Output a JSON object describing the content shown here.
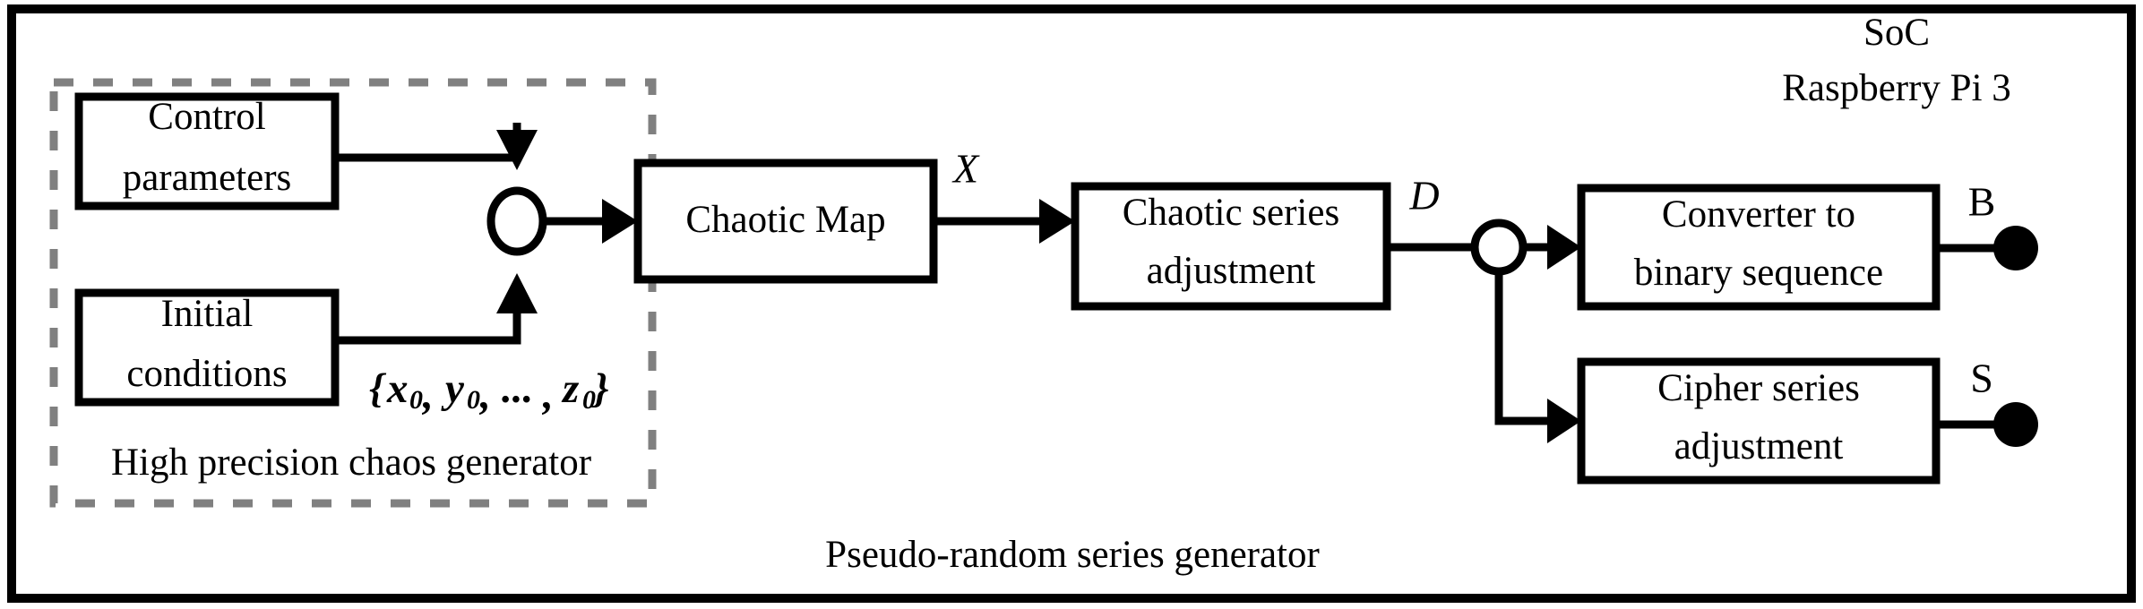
{
  "figure": {
    "title": "SoC Raspberry Pi 3 pseudo-random series generator block diagram",
    "outer_label_line1": "SoC",
    "outer_label_line2": "Raspberry Pi 3",
    "outer_caption": "Pseudo-random series generator",
    "dashed_caption": "High precision chaos generator"
  },
  "blocks": {
    "control_parameters": {
      "line1": "Control",
      "line2": "parameters"
    },
    "initial_conditions": {
      "line1": "Initial",
      "line2": "conditions"
    },
    "chaotic_map": {
      "line1": "Chaotic Map",
      "line2": ""
    },
    "chaotic_series_adjustment": {
      "line1": "Chaotic series",
      "line2": "adjustment"
    },
    "converter_to_binary": {
      "line1": "Converter to",
      "line2": "binary sequence"
    },
    "cipher_series_adjustment": {
      "line1": "Cipher series",
      "line2": "adjustment"
    }
  },
  "signals": {
    "initial_conditions_set": {
      "open_brace": "{",
      "x": "x",
      "x_sub": "0",
      "comma1": ",",
      "y": "y",
      "y_sub": "0",
      "comma2": ",",
      "ellipsis": "...",
      "comma3": ",",
      "z": "z",
      "z_sub": "0",
      "close_brace": "}",
      "full": "{x0, y0, ..., z0}"
    },
    "chaotic_map_out": "X",
    "adjustment_out": "D",
    "binary_output": "B",
    "cipher_output": "S"
  },
  "colors": {
    "stroke": "#000000",
    "dashed_border": "#808080",
    "background": "#ffffff",
    "terminal": "#000000"
  }
}
